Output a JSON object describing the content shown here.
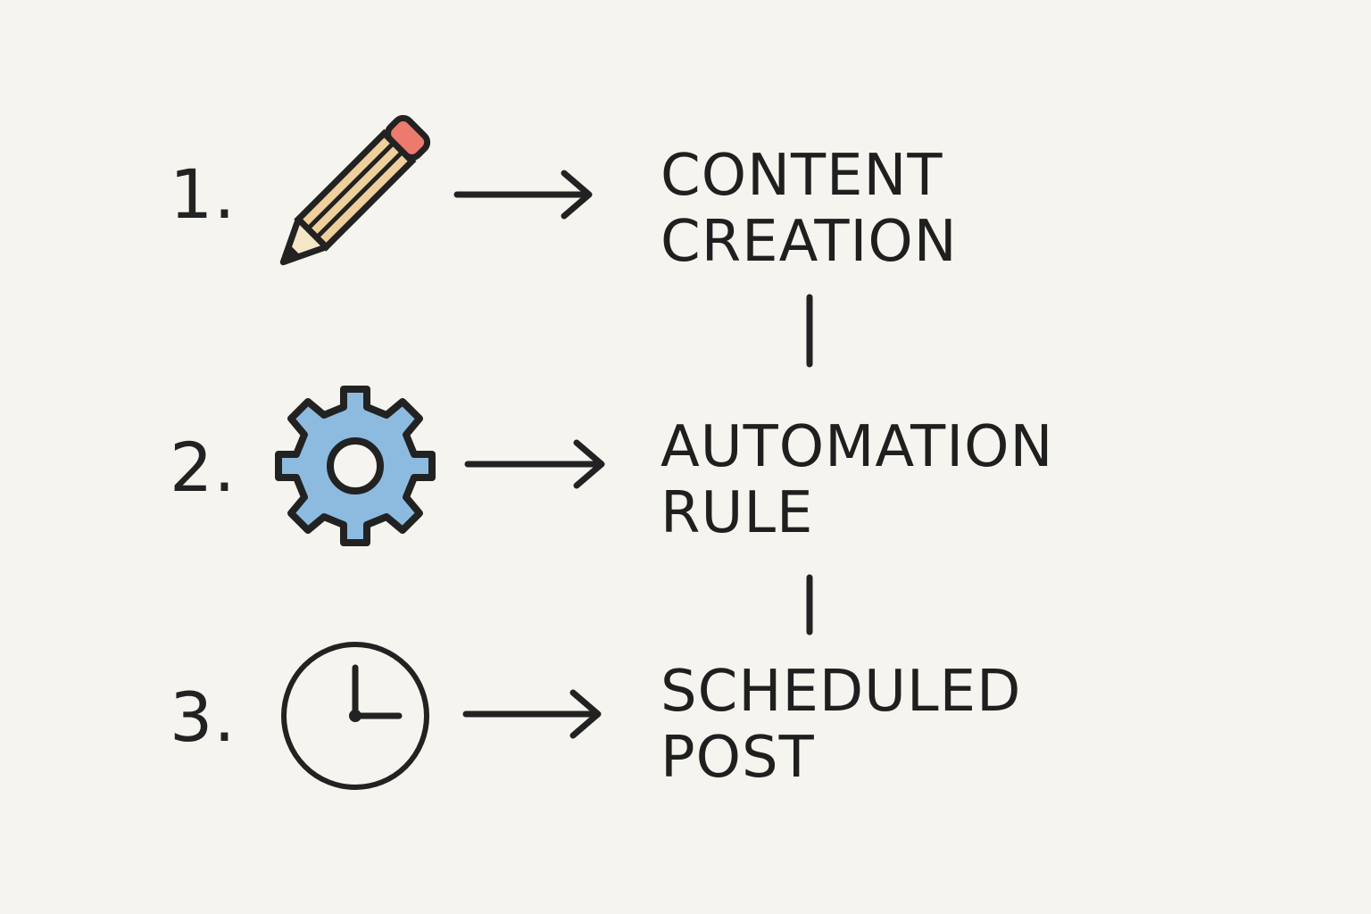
{
  "steps": [
    {
      "number": "1.",
      "icon": "pencil-icon",
      "label_line1": "CONTENT",
      "label_line2": "CREATION"
    },
    {
      "number": "2.",
      "icon": "gear-icon",
      "label_line1": "AUTOMATION",
      "label_line2": "RULE"
    },
    {
      "number": "3.",
      "icon": "clock-icon",
      "label_line1": "SCHEDULED",
      "label_line2": "POST"
    }
  ],
  "colors": {
    "background": "#f6f4ef",
    "ink": "#222222",
    "pencil_body": "#efcf9b",
    "pencil_eraser": "#ec7a6d",
    "gear_fill": "#8dbbe0"
  }
}
